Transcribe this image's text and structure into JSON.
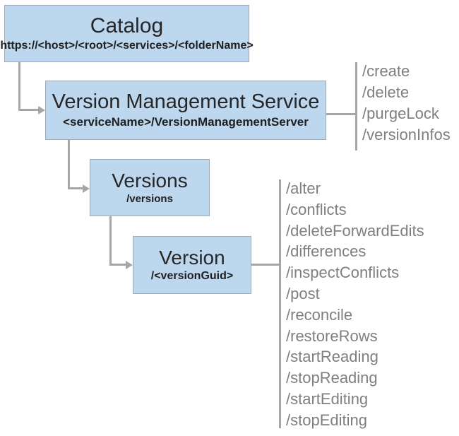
{
  "diagram": {
    "colors": {
      "box_fill": "#BDD7EE",
      "box_border": "#9FA9B3",
      "connector": "#A6A6A6",
      "endpoint_text": "#7F7F7F",
      "title_text": "#262626"
    },
    "nodes": [
      {
        "id": "catalog",
        "title": "Catalog",
        "subtitle": "https://<host>/<root>/<services>/<folderName>"
      },
      {
        "id": "vms",
        "title": "Version Management Service",
        "subtitle": "<serviceName>/VersionManagementServer"
      },
      {
        "id": "versions",
        "title": "Versions",
        "subtitle": "/versions"
      },
      {
        "id": "version",
        "title": "Version",
        "subtitle": "/<versionGuid>"
      }
    ],
    "vms_endpoints": [
      "/create",
      "/delete",
      "/purgeLock",
      "/versionInfos"
    ],
    "version_endpoints": [
      "/alter",
      "/conflicts",
      "/deleteForwardEdits",
      "/differences",
      "/inspectConflicts",
      "/post",
      "/reconcile",
      "/restoreRows",
      "/startReading",
      "/stopReading",
      "/startEditing",
      "/stopEditing"
    ]
  }
}
